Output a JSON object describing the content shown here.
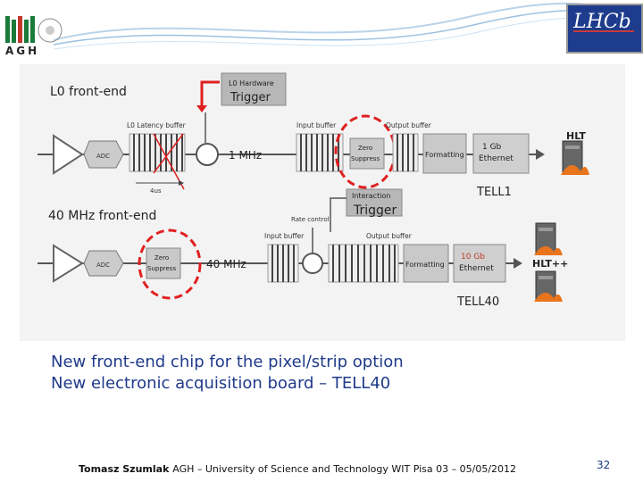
{
  "header": {
    "logo_left_text": "AGH",
    "logo_right_text": "LHCb"
  },
  "diagram": {
    "l0_frontend_label": "L0 front-end",
    "l0_hardware_line1": "L0 Hardware",
    "l0_hardware_line2": "Trigger",
    "l0_latency_label": "L0 Latency buffer",
    "adc_label": "ADC",
    "time_label": "4us",
    "input_buffer_label": "Input buffer",
    "output_buffer_label": "Output buffer",
    "zero_line1": "Zero",
    "zero_line2": "Suppress",
    "formatting_label": "Formatting",
    "eth1_line1": "1 Gb",
    "eth1_line2": "Ethernet",
    "rate_1mhz": "1 MHz",
    "hlt_label": "HLT",
    "tell1_label": "TELL1",
    "interaction_line1": "Interaction",
    "interaction_line2": "Trigger",
    "frontend_40_label": "40 MHz front-end",
    "rate_control_label": "Rate control",
    "rate_40mhz": "40 MHz",
    "eth10_line1": "10 Gb",
    "eth10_line2": "Ethernet",
    "hltpp_label": "HLT++",
    "tell40_label": "TELL40"
  },
  "bullets": [
    "New front-end chip for the pixel/strip option",
    "New electronic acquisition board – TELL40"
  ],
  "footer": {
    "author": "Tomasz Szumlak",
    "text": "AGH – University of Science and Technology WIT Pisa 03 – 05/05/2012",
    "page": "32"
  },
  "colors": {
    "accent_red": "#e02020",
    "bullet_blue": "#1f3a8a",
    "title_band": "#8fb8d8"
  }
}
